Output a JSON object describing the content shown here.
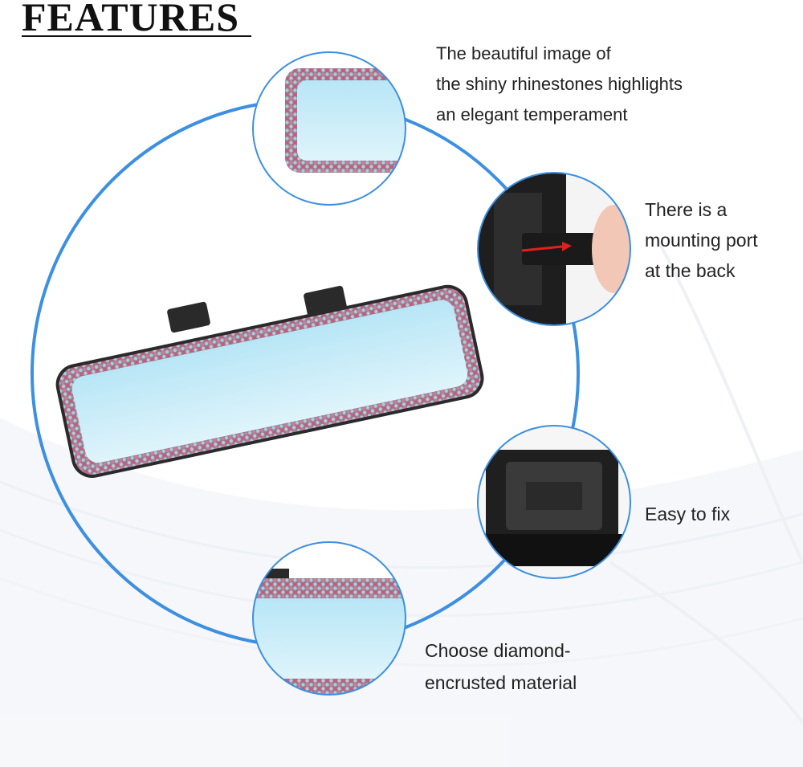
{
  "title": "FEATURES",
  "features": [
    {
      "lines": [
        "The beautiful image of",
        "the shiny rhinestones highlights",
        "an elegant temperament"
      ]
    },
    {
      "lines": [
        "There is a",
        "mounting port",
        "at the back"
      ]
    },
    {
      "lines": [
        "Easy to fix"
      ]
    },
    {
      "lines": [
        "Choose diamond-",
        "encrusted material"
      ]
    }
  ],
  "colors": {
    "ring": "#3d8fe0",
    "mirror_glass": "#c8ecf8",
    "frame": "#2a2a2a",
    "rhinestone_pink": "#c86a8a",
    "rhinestone_blue": "#8fc3d8"
  }
}
